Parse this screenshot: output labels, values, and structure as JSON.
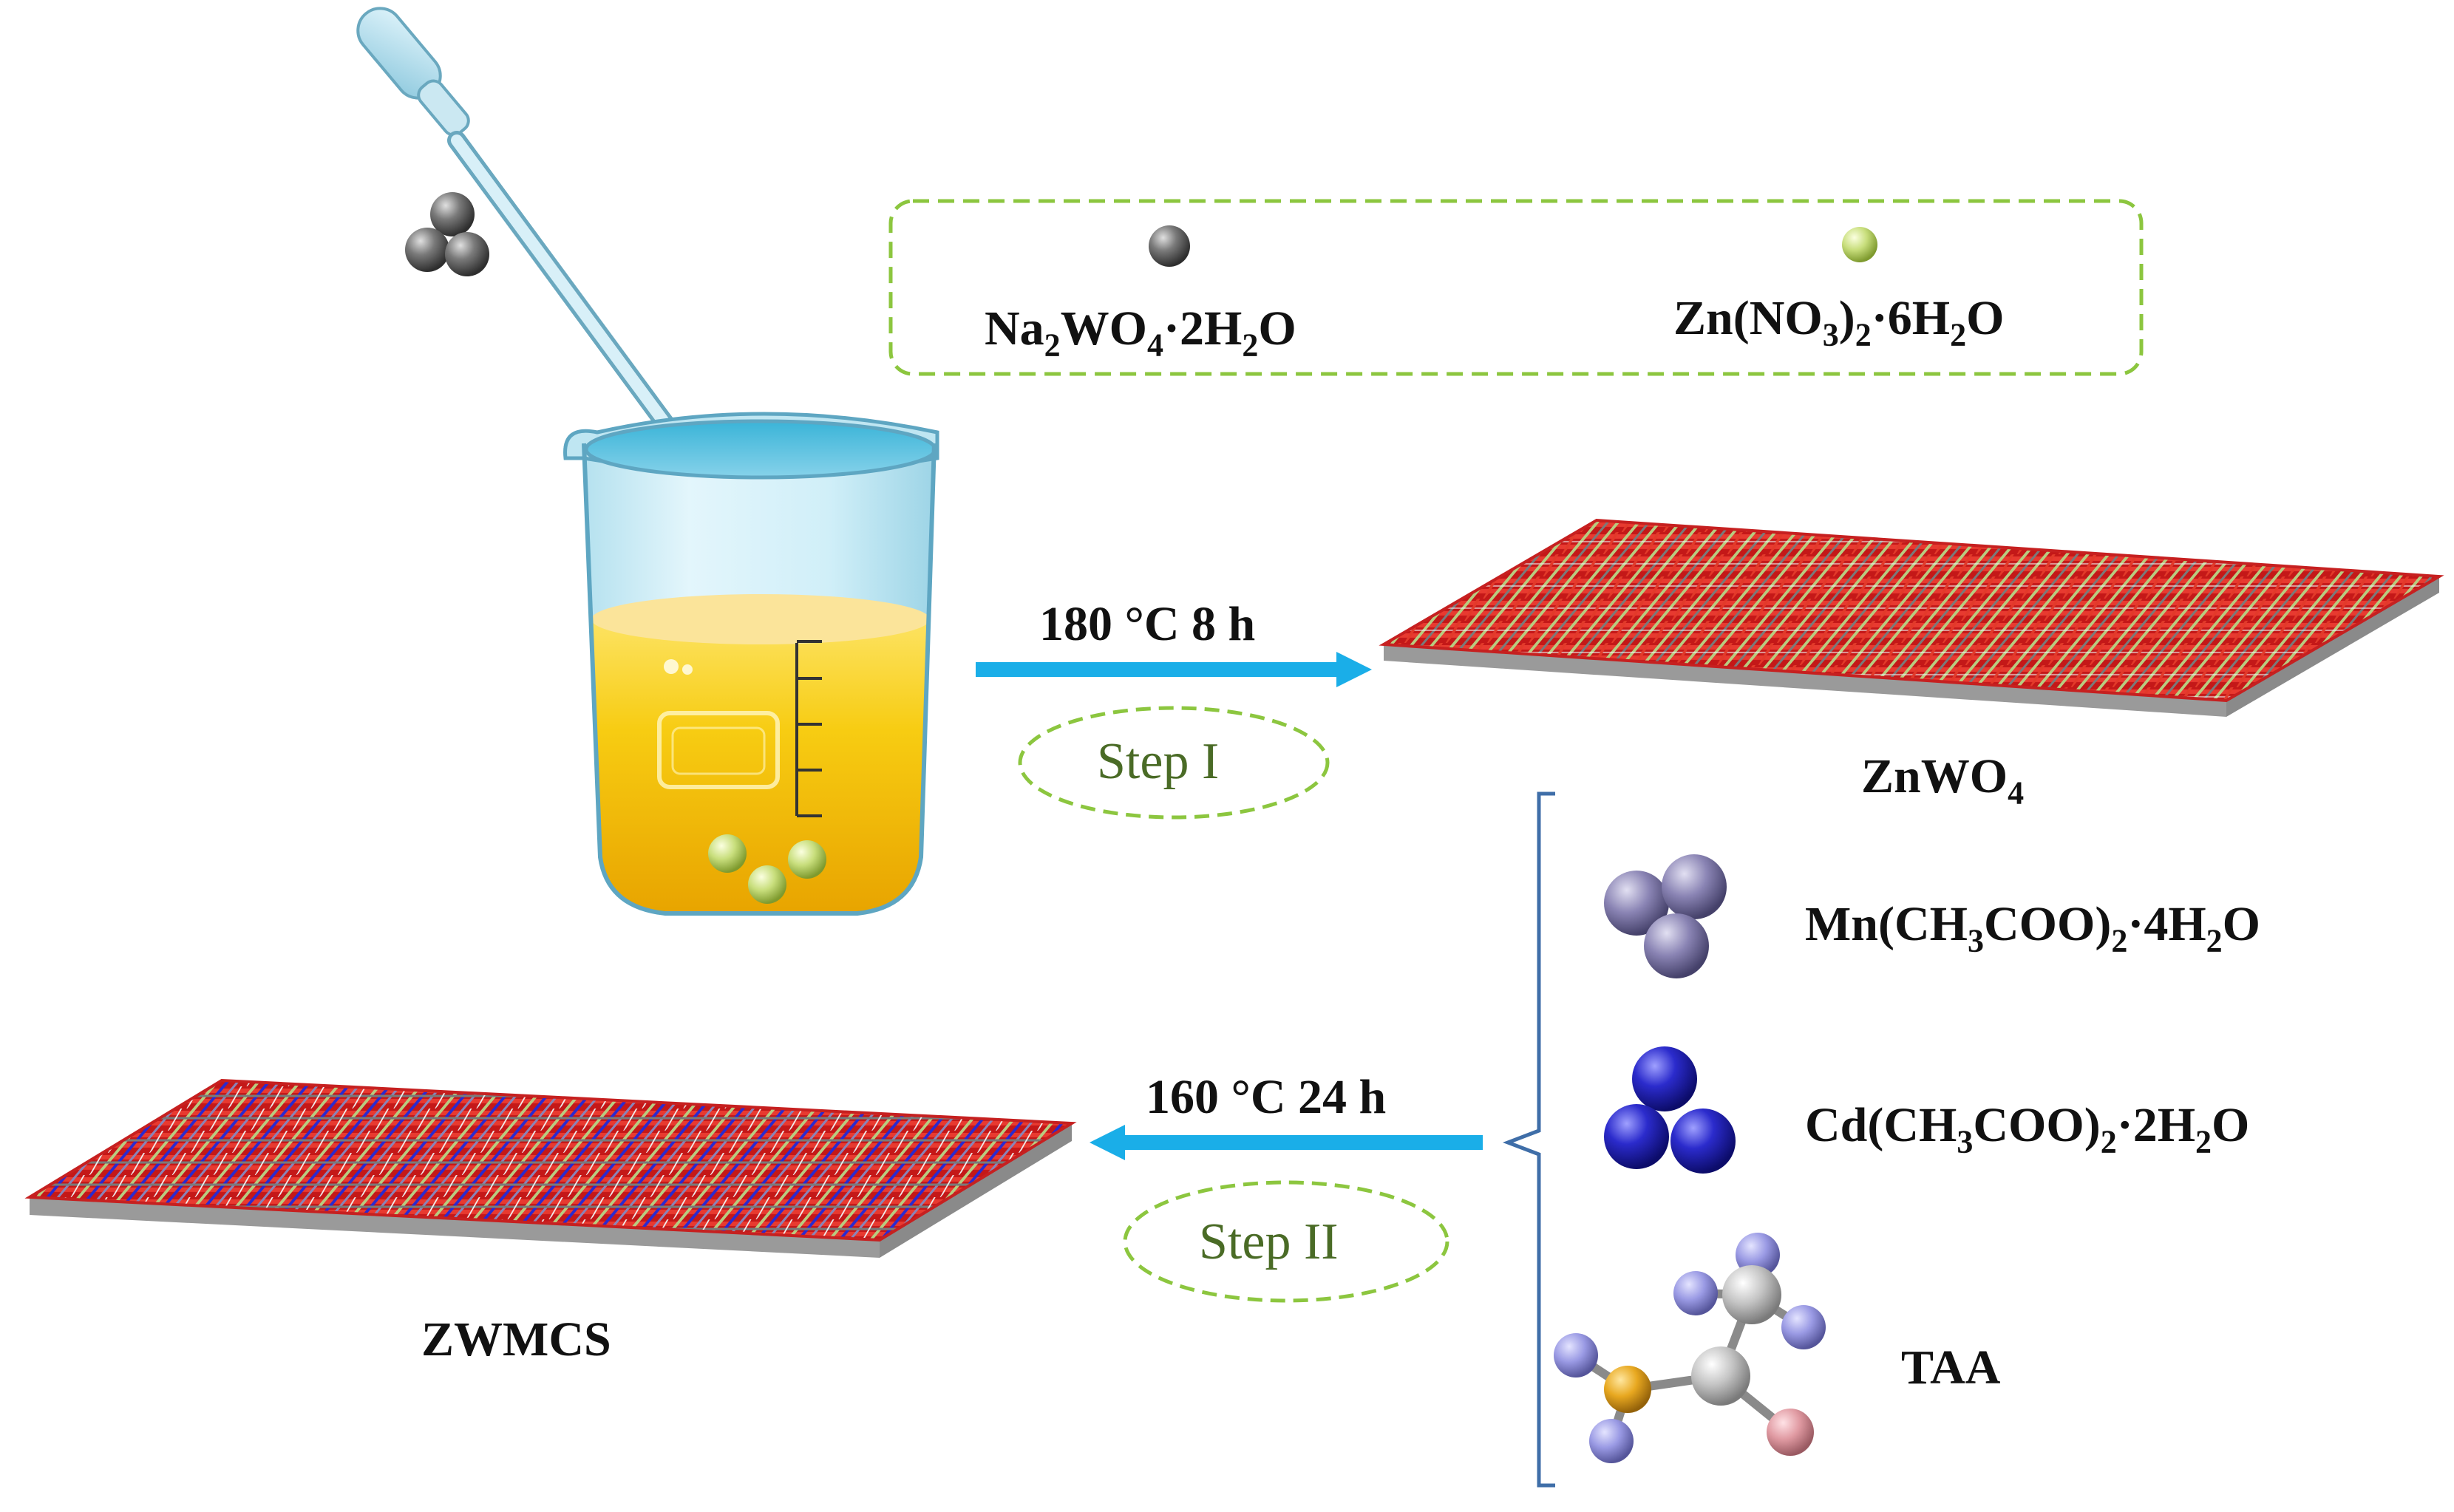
{
  "legend": {
    "precursor_1": {
      "main": "Na",
      "s1": "2",
      "m2": "WO",
      "s2": "4",
      "m3": "·2H",
      "s3": "2",
      "m4": "O"
    },
    "precursor_2": {
      "main": "Zn(NO",
      "s1": "3",
      "m2": ")",
      "s2": "2",
      "m3": "·6H",
      "s3": "2",
      "m4": "O"
    }
  },
  "step1": {
    "conditions": "180 °C 8 h",
    "label": "Step I"
  },
  "step2": {
    "conditions": "160 °C 24 h",
    "label": "Step II"
  },
  "products": {
    "intermediate": {
      "main": "ZnWO",
      "s1": "4"
    },
    "final": "ZWMCS"
  },
  "reagents": {
    "mn": {
      "main": "Mn(CH",
      "s1": "3",
      "m2": "COO)",
      "s2": "2",
      "m3": "·4H",
      "s3": "2",
      "m4": "O"
    },
    "cd": {
      "main": "Cd(CH",
      "s1": "3",
      "m2": "COO)",
      "s2": "2",
      "m3": "·2H",
      "s3": "2",
      "m4": "O"
    },
    "taa": "TAA"
  },
  "colors": {
    "arrow": "#1aaee8",
    "dash": "#8cc63f",
    "bracket": "#3f6ea8",
    "w_sphere": "#6b6b6b",
    "zn_sphere": "#c8e07a",
    "mn_sphere": "#8a84b8",
    "cd_sphere": "#2a2ac8",
    "solution": "#f5c400",
    "lattice_red": "#d81818",
    "lattice_green": "#b8cc80",
    "lattice_gray": "#777777",
    "lattice_blue": "#2a2ad0"
  }
}
